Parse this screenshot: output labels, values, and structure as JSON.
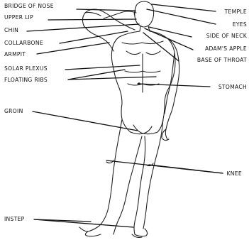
{
  "labels_left": {
    "bridge_of_nose": "BRIDGE OF NOSE",
    "upper_lip": "UPPER LIP",
    "chin": "CHIN",
    "collarbone": "COLLARBONE",
    "armpit": "ARMPIT",
    "solar_plexus": "SOLAR PLEXUS",
    "floating_ribs": "FLOATING RIBS",
    "groin": "GROIN",
    "instep": "INSTEP"
  },
  "labels_right": {
    "temple": "TEMPLE",
    "eyes": "EYES",
    "side_of_neck": "SIDE OF NECK",
    "adams_apple": "ADAM'S APPLE",
    "base_of_throat": "BASE OF THROAT",
    "stomach": "STOMACH",
    "knee": "KNEE"
  }
}
